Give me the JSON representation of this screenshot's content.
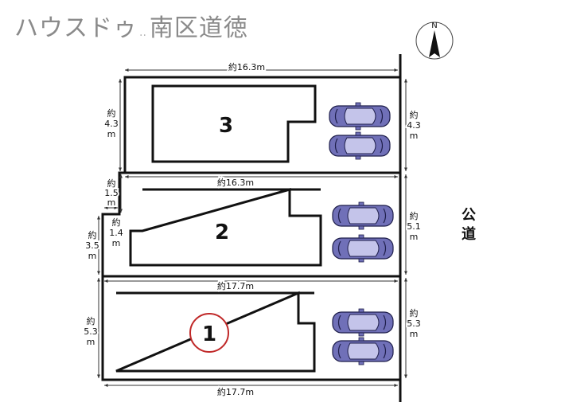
{
  "header": {
    "brand": "ハウスドゥ",
    "dots": "..",
    "location": "南区道徳"
  },
  "compass": {
    "north_label": "N"
  },
  "road_label": "公道",
  "lots": [
    {
      "number": "3",
      "highlighted": false
    },
    {
      "number": "2",
      "highlighted": false
    },
    {
      "number": "1",
      "highlighted": true
    }
  ],
  "dimensions": {
    "lot3_width": "約16.3m",
    "lot2_width": "約16.3m",
    "lot1_width_top": "約17.7m",
    "lot1_width_bottom": "約17.7m",
    "lot3_left_depth": [
      "約",
      "4.3",
      "m"
    ],
    "lot3_right_depth": [
      "約",
      "4.3",
      "m"
    ],
    "step_left_a": [
      "約",
      "1.5",
      "m"
    ],
    "step_left_b": [
      "約",
      "1.4",
      "m"
    ],
    "lot2_left_depth": [
      "約",
      "3.5",
      "m"
    ],
    "lot2_right_depth": [
      "約",
      "5.1",
      "m"
    ],
    "lot1_left_depth": [
      "約",
      "5.3",
      "m"
    ],
    "lot1_right_depth": [
      "約",
      "5.3",
      "m"
    ]
  },
  "colors": {
    "car_body": "#7070b8",
    "car_roof": "#c4c4ea",
    "circle": "#c02828",
    "header_text": "#8a8a8a"
  },
  "icons": [
    "car-icon",
    "compass-icon"
  ]
}
